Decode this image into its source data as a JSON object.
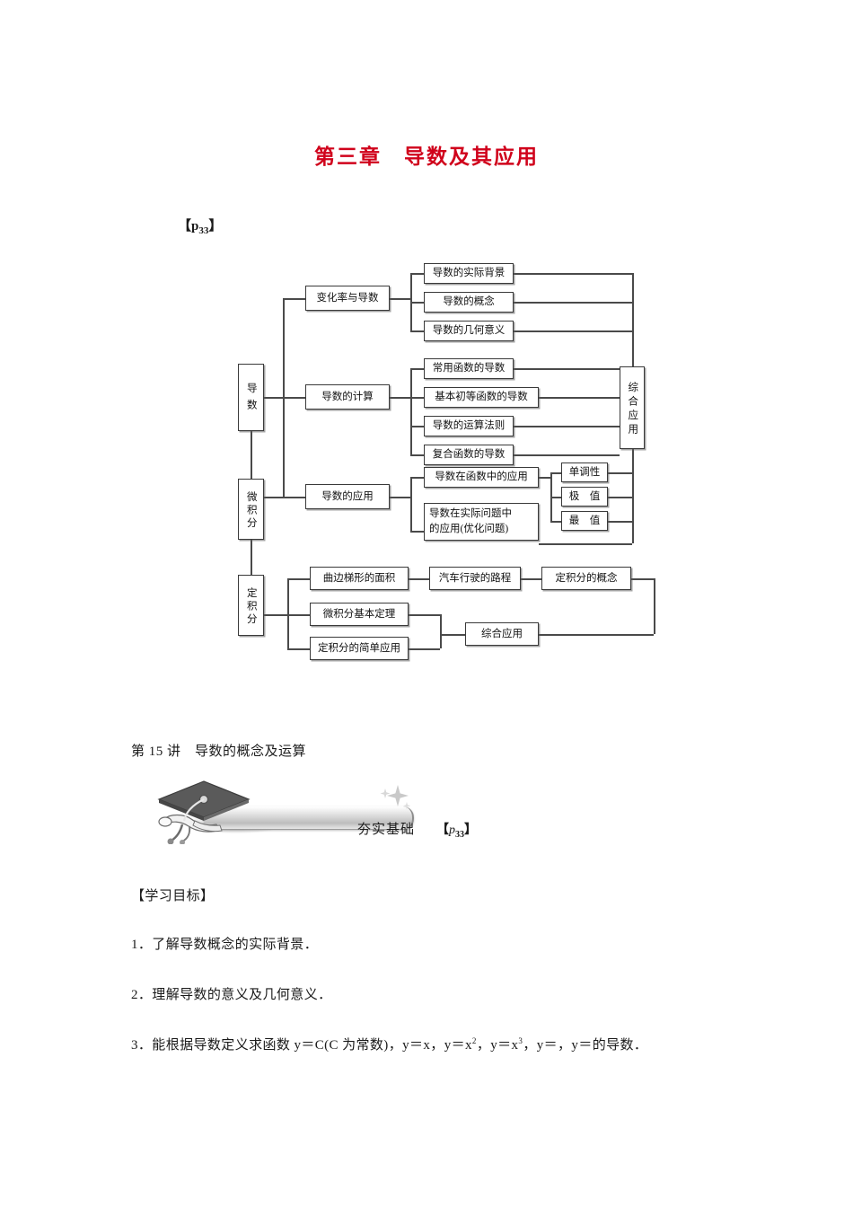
{
  "document": {
    "chapter_title": "第三章　导数及其应用",
    "chapter_title_color": "#d0021b",
    "top_page_ref_prefix": "【",
    "top_page_ref_value": "p",
    "top_page_ref_sub": "33",
    "top_page_ref_suffix": "】"
  },
  "flowchart": {
    "root": {
      "l1_derivative": "导数",
      "l1_calculus": "微积分",
      "l1_definite": "定积分"
    },
    "level2": {
      "rate_and_derivative": "变化率与导数",
      "derivative_calculation": "导数的计算",
      "derivative_application": "导数的应用",
      "curved_trapezoid_area": "曲边梯形的面积",
      "fundamental_theorem": "微积分基本定理",
      "simple_application": "定积分的简单应用"
    },
    "level3": {
      "real_background": "导数的实际背景",
      "concept": "导数的概念",
      "geometric_meaning": "导数的几何意义",
      "common_function_derivative": "常用函数的导数",
      "elementary_function_derivative": "基本初等函数的导数",
      "operation_rules": "导数的运算法则",
      "composite_function_derivative": "复合函数的导数",
      "application_in_function": "导数在函数中的应用",
      "application_in_practice_line1": "导数在实际问题中",
      "application_in_practice_line2": "的应用(优化问题)",
      "car_travel_distance": "汽车行驶的路程",
      "definite_integral_concept": "定积分的概念"
    },
    "level4": {
      "monotonicity": "单调性",
      "extremum": "极　值",
      "maximum": "最　值"
    },
    "synthesis": {
      "comprehensive_application_vertical": "综合应用",
      "comprehensive_application_bottom": "综合应用"
    }
  },
  "lecture": {
    "heading": "第 15 讲　导数的概念及运算",
    "banner_label": "夯实基础",
    "banner_page_ref_prefix": "【",
    "banner_page_ref_value": "p",
    "banner_page_ref_sub": "33",
    "banner_page_ref_suffix": "】"
  },
  "objectives": {
    "title": "【学习目标】",
    "item_1": "1．了解导数概念的实际背景．",
    "item_2": "2．理解导数的意义及几何意义．",
    "item_3_a": "3．能根据导数定义求函数 y＝C(C 为常数)，y＝x，y＝x",
    "item_3_sup1": "2",
    "item_3_b": "，y＝x",
    "item_3_sup2": "3",
    "item_3_c": "，y＝，y＝的导数．"
  }
}
